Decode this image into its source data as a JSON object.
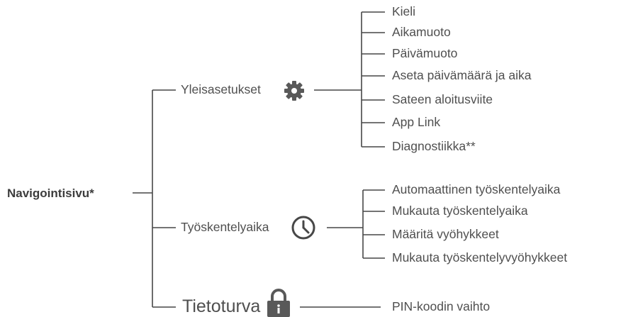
{
  "root": {
    "label": "Navigointisivu*"
  },
  "branches": [
    {
      "label": "Yleisasetukset",
      "icon": "gear-icon",
      "items": [
        "Kieli",
        "Aikamuoto",
        "Päivämuoto",
        "Aseta päivämäärä ja aika",
        "Sateen aloitusviite",
        "App Link",
        "Diagnostiikka**"
      ]
    },
    {
      "label": "Työskentelyaika",
      "icon": "clock-icon",
      "items": [
        "Automaattinen työskentelyaika",
        "Mukauta työskentelyaika",
        "Määritä vyöhykkeet",
        "Mukauta työskentelyvyöhykkeet"
      ]
    },
    {
      "label": "Tietoturva",
      "icon": "padlock-icon",
      "items": [
        "PIN-koodin vaihto"
      ]
    }
  ],
  "colors": {
    "text": "#4f4f4f",
    "lines": "#474747",
    "icon": "#595959"
  }
}
